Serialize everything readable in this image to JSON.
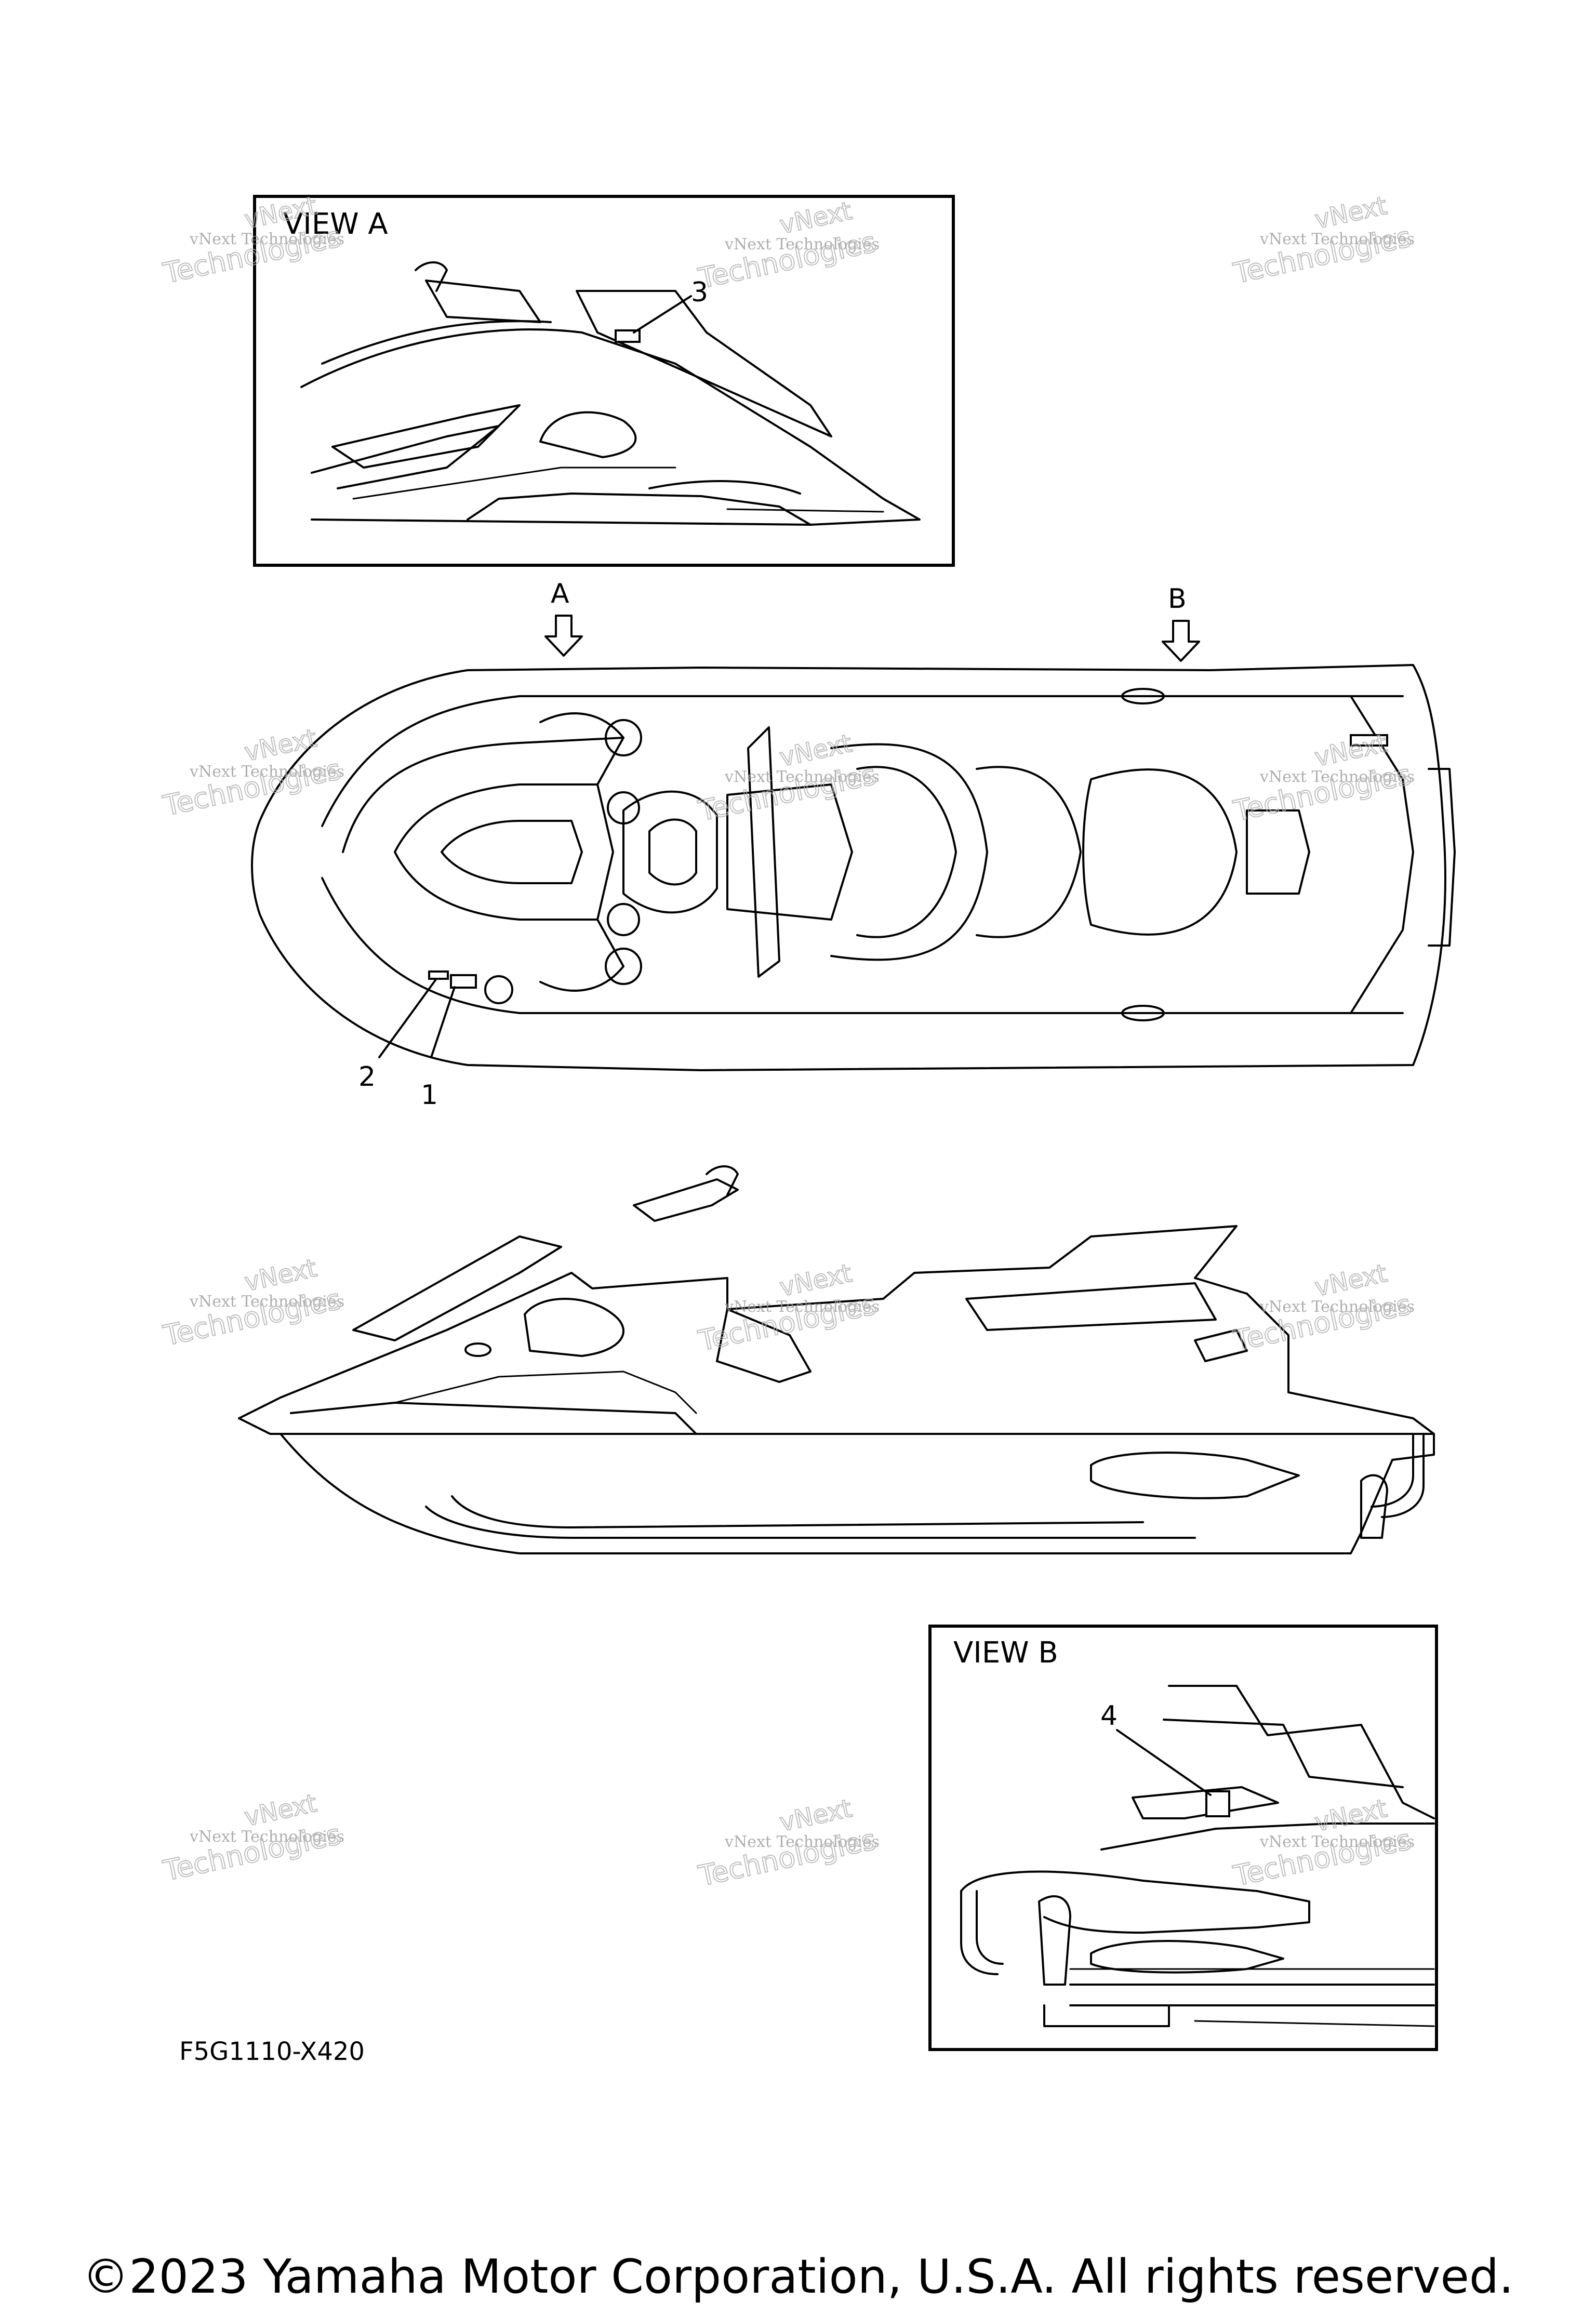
{
  "views": {
    "view_a": "VIEW A",
    "view_b": "VIEW B"
  },
  "arrows": {
    "a": "A",
    "b": "B"
  },
  "callouts": [
    "1",
    "2",
    "3",
    "4"
  ],
  "part_code": "F5G1110-X420",
  "watermark": {
    "line1": "vNext Technologies",
    "line2": "vNext",
    "line3": "Technologies"
  },
  "copyright": "©2023 Yamaha Motor Corporation, U.S.A. All rights reserved."
}
